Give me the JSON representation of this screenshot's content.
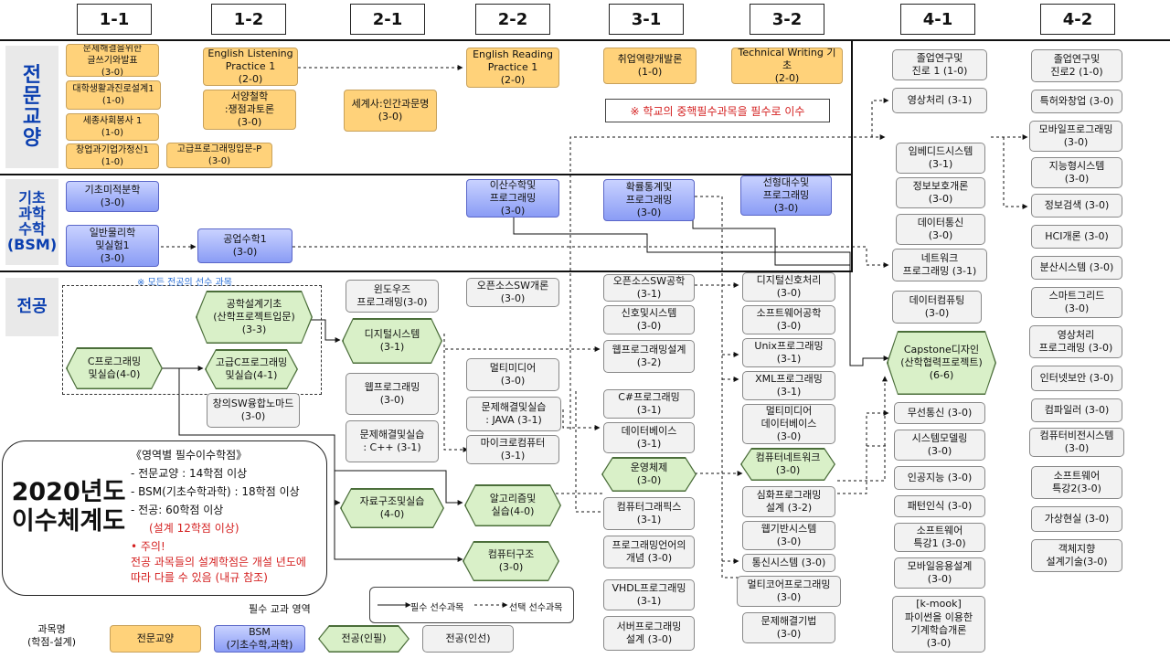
{
  "semesters": [
    "1-1",
    "1-2",
    "2-1",
    "2-2",
    "3-1",
    "3-2",
    "4-1",
    "4-2"
  ],
  "zones": {
    "general": "전\n문\n교\n양",
    "bsm": "기초\n과학\n수학\n(BSM)",
    "major": "전공"
  },
  "note_required": "※ 학교의 중핵필수과목을 필수로 이수",
  "note_prereq_all": "※ 모든 전공의 선수 과목",
  "courses": {
    "gen_1_1a": "문제해결을위한\n글쓰기와발표\n(3-0)",
    "gen_1_1b": "대학생활과진로설계1\n(1-0)",
    "gen_1_1c": "세종사회봉사 1\n(1-0)",
    "gen_1_1d": "창업과기업가정신1\n(1-0)",
    "gen_1_2a": "English Listening\nPractice 1\n(2-0)",
    "gen_1_2b": "서양철학\n:쟁점과토론\n(3-0)",
    "gen_1_2c": "고급프로그래밍입문-P\n(3-0)",
    "gen_2_1": "세계사:인간과문명\n(3-0)",
    "gen_2_2": "English Reading\nPractice 1\n(2-0)",
    "gen_3_1": "취업역량개발론\n(1-0)",
    "gen_3_2": "Technical Writing 기초\n(2-0)",
    "bsm_a": "기초미적분학\n(3-0)",
    "bsm_b": "일반물리학\n및실험1\n(3-0)",
    "bsm_c": "공업수학1\n(3-0)",
    "bsm_d": "이산수학및\n프로그래밍\n(3-0)",
    "bsm_e": "확률통계및\n프로그래밍\n(3-0)",
    "bsm_f": "선형대수및\n프로그래밍\n(3-0)",
    "maj_c": "C프로그래밍\n및실습(4-0)",
    "maj_eng": "공학설계기초\n(산학프로젝트입문)\n(3-3)",
    "maj_advc": "고급C프로그래밍\n및실습(4-1)",
    "maj_cre": "창의SW융합노마드\n(3-0)",
    "maj_win": "윈도우즈\n프로그래밍(3-0)",
    "maj_dig": "디지털시스템\n(3-1)",
    "maj_web": "웹프로그래밍\n(3-0)",
    "maj_pcpp": "문제해결및실습\n: C++ (3-1)",
    "maj_ds": "자료구조및실습\n(4-0)",
    "maj_oss": "오픈소스SW개론\n(3-0)",
    "maj_mm": "멀티미디어\n(3-0)",
    "maj_pjava": "문제해결및실습\n: JAVA (3-1)",
    "maj_micro": "마이크로컴퓨터\n(3-1)",
    "maj_algo": "알고리즘및\n실습(4-0)",
    "maj_ca": "컴퓨터구조\n(3-0)",
    "maj_ossp": "오픈소스SW공학\n(3-1)",
    "maj_sig": "신호및시스템\n(3-0)",
    "maj_webd": "웹프로그래밍설계\n(3-2)",
    "maj_cs": "C#프로그래밍\n(3-1)",
    "maj_db": "데이터베이스\n(3-1)",
    "maj_os": "운영체제\n(3-0)",
    "maj_gr": "컴퓨터그래픽스\n(3-1)",
    "maj_pl": "프로그래밍언어의\n개념 (3-0)",
    "maj_vhdl": "VHDL프로그래밍\n(3-1)",
    "maj_srv": "서버프로그래밍\n설계 (3-0)",
    "maj_dsp": "디지털신호처리\n(3-0)",
    "maj_se": "소프트웨어공학\n(3-0)",
    "maj_unix": "Unix프로그래밍\n(3-1)",
    "maj_xml": "XML프로그래밍\n(3-1)",
    "maj_mmdb": "멀티미디어\n데이터베이스\n(3-0)",
    "maj_net": "컴퓨터네트워크\n(3-0)",
    "maj_advp": "심화프로그래밍\n설계 (3-2)",
    "maj_wbs": "웹기반시스템\n(3-0)",
    "maj_comm": "통신시스템 (3-0)",
    "maj_mcp": "멀티코어프로그래밍\n(3-0)",
    "maj_psm": "문제해결기법\n(3-0)",
    "maj_grad1": "졸업연구및\n진로 1 (1-0)",
    "maj_img": "영상처리 (3-1)",
    "maj_emb": "임베디드시스템\n(3-1)",
    "maj_sec": "정보보호개론\n(3-0)",
    "maj_dc": "데이터통신\n(3-0)",
    "maj_netp": "네트워크\n프로그래밍 (3-1)",
    "maj_dcomp": "데이터컴퓨팅\n(3-0)",
    "maj_cap": "Capstone디자인\n(산학협력프로젝트)\n(6-6)",
    "maj_wl": "무선통신 (3-0)",
    "maj_model": "시스템모델링\n(3-0)",
    "maj_ai": "인공지능 (3-0)",
    "maj_pr": "패턴인식 (3-0)",
    "maj_sw1": "소프트웨어\n특강1 (3-0)",
    "maj_mad": "모바일응용설계\n(3-0)",
    "maj_kmook": "[k-mook]\n파이썬을 이용한\n기계학습개론\n(3-0)",
    "maj_grad2": "졸업연구및\n진로2 (1-0)",
    "maj_pat": "특허와창업 (3-0)",
    "maj_mob": "모바일프로그래밍\n(3-0)",
    "maj_intel": "지능형시스템\n(3-0)",
    "maj_ir": "정보검색 (3-0)",
    "maj_hci": "HCI개론 (3-0)",
    "maj_dist": "분산시스템 (3-0)",
    "maj_grid": "스마트그리드\n(3-0)",
    "maj_img2": "영상처리\n프로그래밍 (3-0)",
    "maj_isec": "인터넷보안 (3-0)",
    "maj_comp": "컴파일러 (3-0)",
    "maj_cv": "컴퓨터비전시스템\n(3-0)",
    "maj_sw2": "소프트웨어\n특강2(3-0)",
    "maj_vr": "가상현실 (3-0)",
    "maj_oop": "객체지향\n설계기술(3-0)"
  },
  "summary": {
    "title": "2020년도\n이수체계도",
    "heading": "《영역별 필수이수학점》",
    "line1": "- 전문교양 : 14학점 이상",
    "line2": "- BSM(기초수학과학) : 18학점 이상",
    "line3": "-   전공: 60학점 이상",
    "line4": "(설계 12학점 이상)",
    "note1": "•  주의!",
    "note2": "전공 과목들의 설계학점은 개설 년도에\n따라 다를 수 있음 (내규 참조)"
  },
  "legend": {
    "course_label": "과목명\n(학점-설계)",
    "area_title": "필수 교과 영역",
    "general": "전문교양",
    "bsm": "BSM\n(기초수학,과학)",
    "req": "전공(인필)",
    "opt": "전공(인선)",
    "solid_label": "필수 선수과목",
    "dashed_label": "선택 선수과목"
  },
  "colors": {
    "general": "#ffd27a",
    "bsm": "#8a9cf5",
    "required_major": "#d9f0c8",
    "elective_major": "#f2f2f2",
    "zone_text": "#0b3fb0",
    "note_red": "#d42020"
  }
}
